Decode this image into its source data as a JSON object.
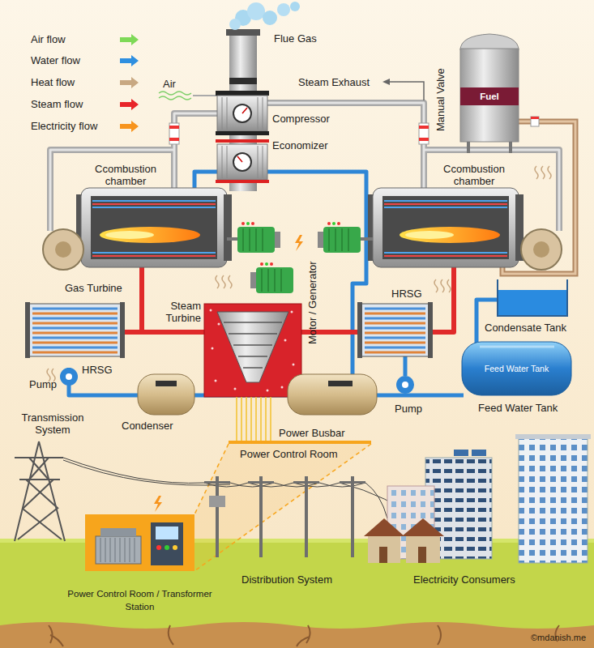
{
  "diagram": {
    "nodes": [
      {
        "text": [
          "Fuel"
        ]
      },
      {
        "text": [
          "Feed Water Tank"
        ]
      },
      {
        "text": [
          "Power Control Room / Transformer Station"
        ]
      }
    ],
    "labels": [
      "Flue Gas",
      "Air",
      "Steam Exhaust",
      "Manual Valve",
      "Compressor",
      "Economizer",
      "Ccombustion chamber",
      "Ccombustion chamber",
      "Gas Turbine",
      "Motor / Generator",
      "HRSG",
      "Steam Turbine",
      "HRSG",
      "Pump",
      "Condensate Tank",
      "Condenser",
      "Pump",
      "Feed Water Tank",
      "Transmission System",
      "Power Busbar",
      "Power Control Room",
      "Distribution System",
      "Electricity Consumers",
      "©mdanish.me"
    ],
    "legend": [
      {
        "text": "Air flow",
        "color": "#7ed957"
      },
      {
        "text": "Water flow",
        "color": "#2e8fe0"
      },
      {
        "text": "Heat flow",
        "color": "#c8a882"
      },
      {
        "text": "Steam flow",
        "color": "#e8252a"
      },
      {
        "text": "Electricity flow",
        "color": "#f7941d"
      }
    ]
  }
}
